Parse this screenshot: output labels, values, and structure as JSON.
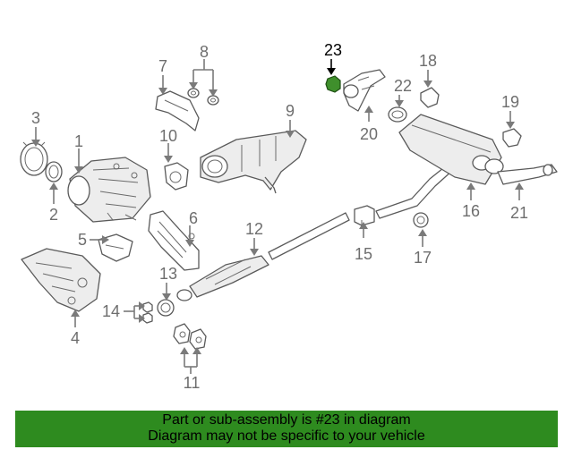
{
  "callouts": {
    "c1": "1",
    "c2": "2",
    "c3": "3",
    "c4": "4",
    "c5": "5",
    "c6": "6",
    "c7": "7",
    "c8": "8",
    "c9": "9",
    "c10": "10",
    "c11": "11",
    "c12": "12",
    "c13": "13",
    "c14": "14",
    "c15": "15",
    "c16": "16",
    "c17": "17",
    "c18": "18",
    "c19": "19",
    "c20": "20",
    "c21": "21",
    "c22": "22",
    "c23": "23"
  },
  "highlighted_part": "23",
  "colors": {
    "banner": "#2e8b1f",
    "highlight": "#3f8f2c",
    "callout": "#6e6e6e"
  },
  "banner": {
    "line1": "Part or sub-assembly is #23 in diagram",
    "line2": "Diagram may not be specific to your vehicle"
  }
}
